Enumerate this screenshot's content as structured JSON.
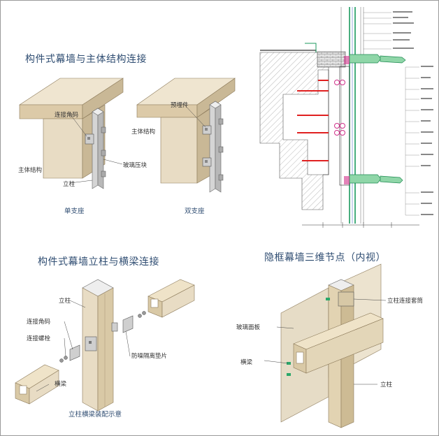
{
  "sections": {
    "top_left_title": "构件式幕墙与主体结构连接",
    "single": {
      "caption": "单支座",
      "labels": {
        "corner_code": "连接角码",
        "main_structure": "主体结构",
        "glass_clamp": "玻璃压块",
        "mullion": "立柱"
      }
    },
    "double": {
      "caption": "双支座",
      "labels": {
        "embedded_part": "预埋件",
        "main_structure": "主体结构"
      }
    },
    "bottom_left_title": "构件式幕墙立柱与横梁连接",
    "assembly": {
      "caption": "立柱横梁装配示意",
      "labels": {
        "mullion": "立柱",
        "corner_code": "连接角码",
        "bolt": "连接螺栓",
        "transom": "横梁",
        "isolation_pad": "防噪隔离垫片"
      }
    },
    "bottom_right_title": "隐框幕墙三维节点（内视）",
    "hidden": {
      "labels": {
        "sleeve": "立柱连接套筒",
        "glass_panel": "玻璃面板",
        "transom": "横梁",
        "mullion": "立柱"
      }
    }
  },
  "colors": {
    "title": "#2f4d72",
    "concrete": "#e8dcc4",
    "concrete_shade": "#c9b896",
    "steel": "#c8c8c8",
    "red": "#e02020",
    "green": "#2aa86a",
    "magenta": "#d0308a"
  }
}
